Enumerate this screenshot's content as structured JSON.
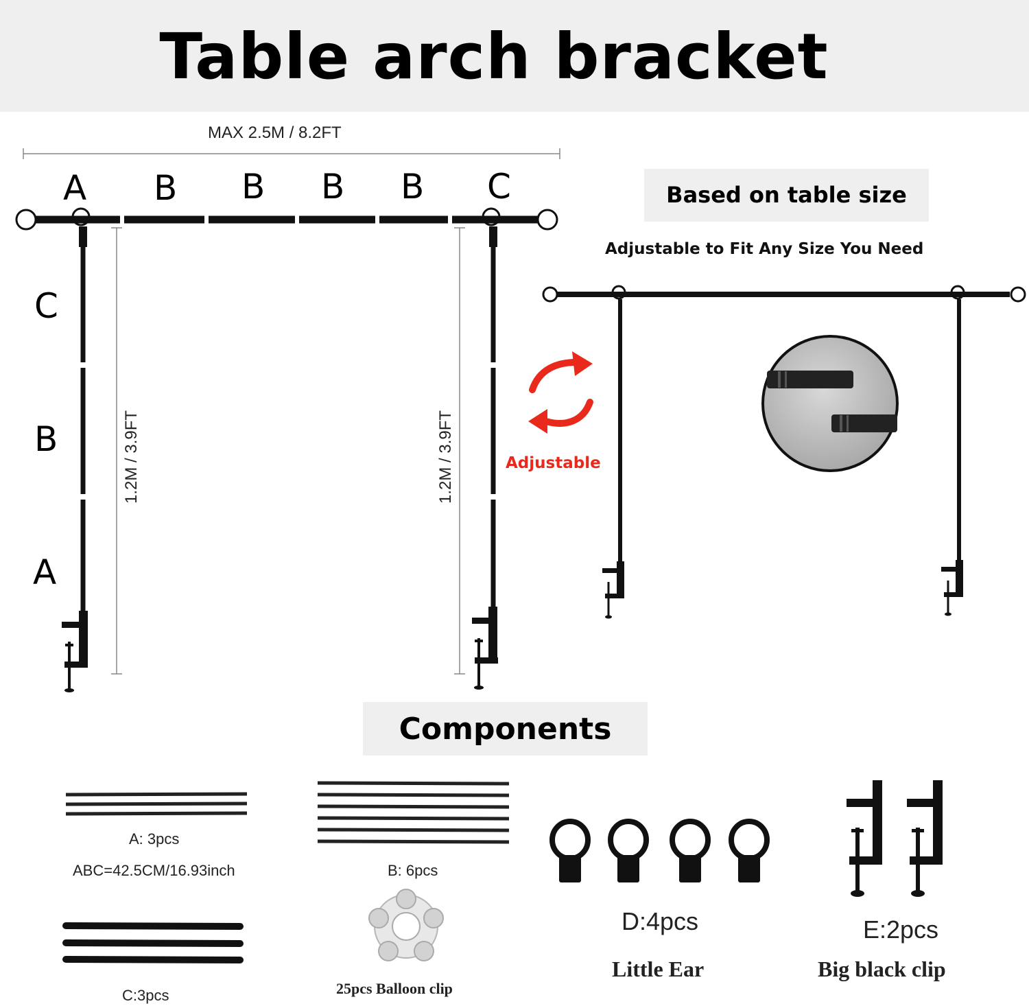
{
  "header": {
    "title": "Table arch bracket"
  },
  "assembly": {
    "max_width_label": "MAX 2.5M / 8.2FT",
    "top_letters": [
      "A",
      "B",
      "B",
      "B",
      "B",
      "C"
    ],
    "side_letters": [
      "C",
      "B",
      "A"
    ],
    "height_label_left": "1.2M / 3.9FT",
    "height_label_right": "1.2M / 3.9FT"
  },
  "right_panel": {
    "badge": "Based on table size",
    "subtitle": "Adjustable to Fit Any Size You Need",
    "adjustable_label": "Adjustable",
    "accent_color": "#e8291c"
  },
  "components": {
    "heading": "Components",
    "a_label": "A: 3pcs",
    "abc_size": "ABC=42.5CM/16.93inch",
    "b_label": "B: 6pcs",
    "c_label": "C:3pcs",
    "balloon_clip_label": "25pcs Balloon clip",
    "d_label": "D:4pcs",
    "d_name": "Little Ear",
    "e_label": "E:2pcs",
    "e_name": "Big black clip"
  }
}
